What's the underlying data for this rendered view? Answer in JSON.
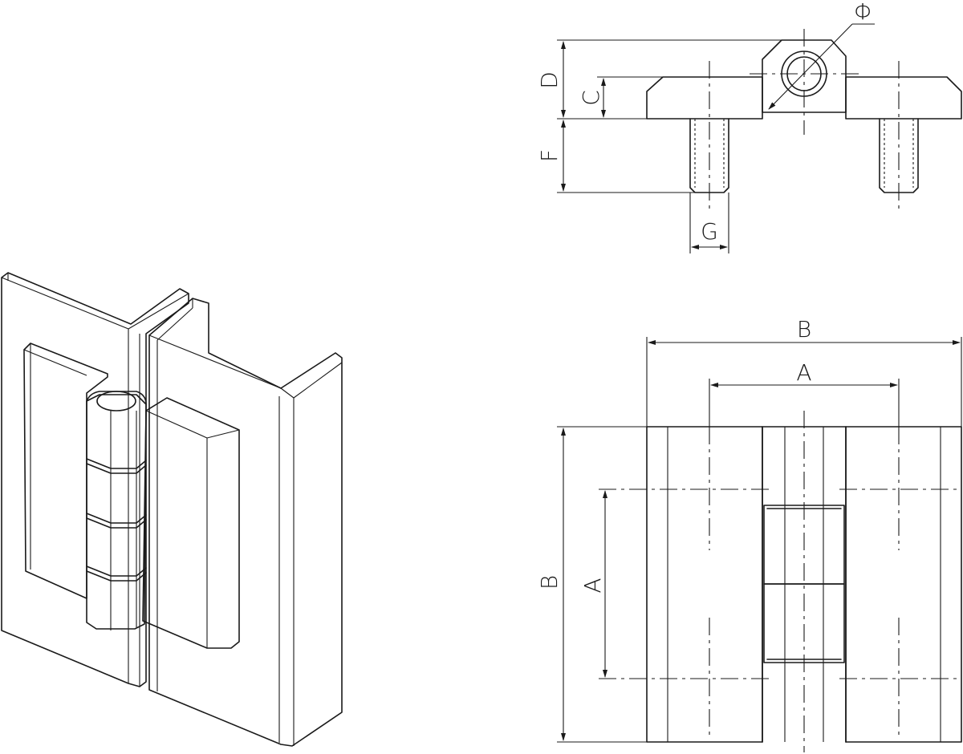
{
  "labels": {
    "phi": "Φ",
    "D": "D",
    "C": "C",
    "F": "F",
    "G": "G",
    "B_top": "B",
    "A_top": "A",
    "B_side": "B",
    "A_side": "A"
  }
}
